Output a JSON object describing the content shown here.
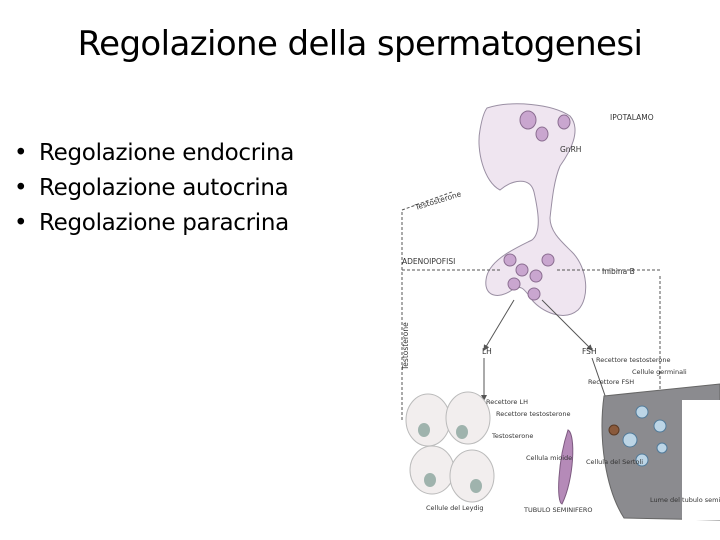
{
  "slide": {
    "title": "Regolazione della spermatogenesi",
    "bullet_symbol": "•",
    "bullets": [
      "Regolazione endocrina",
      "Regolazione autocrina",
      "Regolazione paracrina"
    ]
  },
  "diagram": {
    "labels": {
      "hypothalamus": "IPOTALAMO",
      "gnrh": "GnRH",
      "testosterone_upper": "Testosterone",
      "adenohypophysis": "ADENOIPOFISI",
      "inhibin": "Inibina B",
      "testosterone_side": "Testosterone",
      "lh": "LH",
      "fsh": "FSH",
      "testosterone_receptor_top": "Recettore testosterone",
      "germ_cells": "Cellule germinali",
      "fsh_receptor": "Recettore FSH",
      "lh_receptor": "Recettore LH",
      "testosterone_receptor_mid": "Recettore testosterone",
      "testosterone_arrow": "Testosterone",
      "myoid_cell": "Cellula mioide",
      "sertoli_cell": "Cellula del Sertoli",
      "tubule": "TUBULO SEMINIFERO",
      "leydig_cells": "Cellule del Leydig",
      "lumen": "Lume del tubulo seminifero"
    }
  }
}
